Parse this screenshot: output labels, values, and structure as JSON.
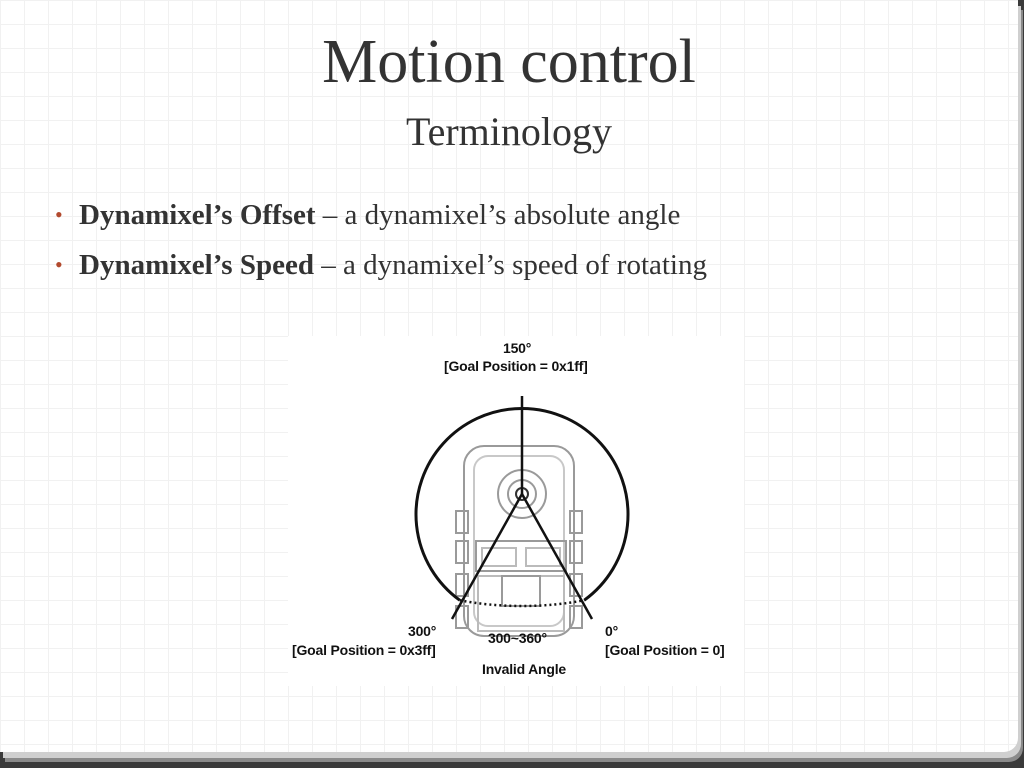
{
  "title": "Motion control",
  "subtitle": "Terminology",
  "bullets": [
    {
      "term": "Dynamixel’s Offset",
      "desc": " – a dynamixel’s absolute angle"
    },
    {
      "term": "Dynamixel’s Speed",
      "desc": " – a dynamixel’s speed of rotating"
    }
  ],
  "diagram": {
    "top_angle": "150°",
    "top_goal": "[Goal Position = 0x1ff]",
    "left_angle": "300°",
    "left_goal": "[Goal Position = 0x3ff]",
    "right_angle": "0°",
    "right_goal": "[Goal Position = 0]",
    "invalid_range": "300~360°",
    "invalid_label": "Invalid Angle"
  },
  "colors": {
    "bullet": "#b24a2e",
    "text": "#333333"
  }
}
